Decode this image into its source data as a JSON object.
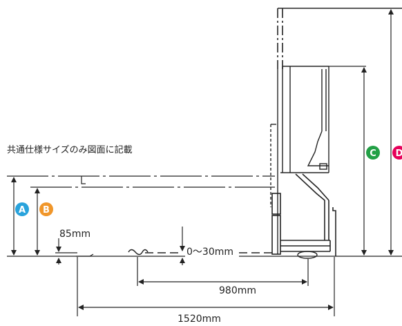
{
  "note": "共通仕様サイズのみ図面に記載",
  "dimensions": {
    "d85": "85mm",
    "d0_30": "0〜30mm",
    "d980": "980mm",
    "d1520": "1520mm"
  },
  "badges": [
    {
      "letter": "A",
      "color": "#29a3dc"
    },
    {
      "letter": "B",
      "color": "#f0962a"
    },
    {
      "letter": "C",
      "color": "#23a046"
    },
    {
      "letter": "D",
      "color": "#e6005a"
    }
  ]
}
